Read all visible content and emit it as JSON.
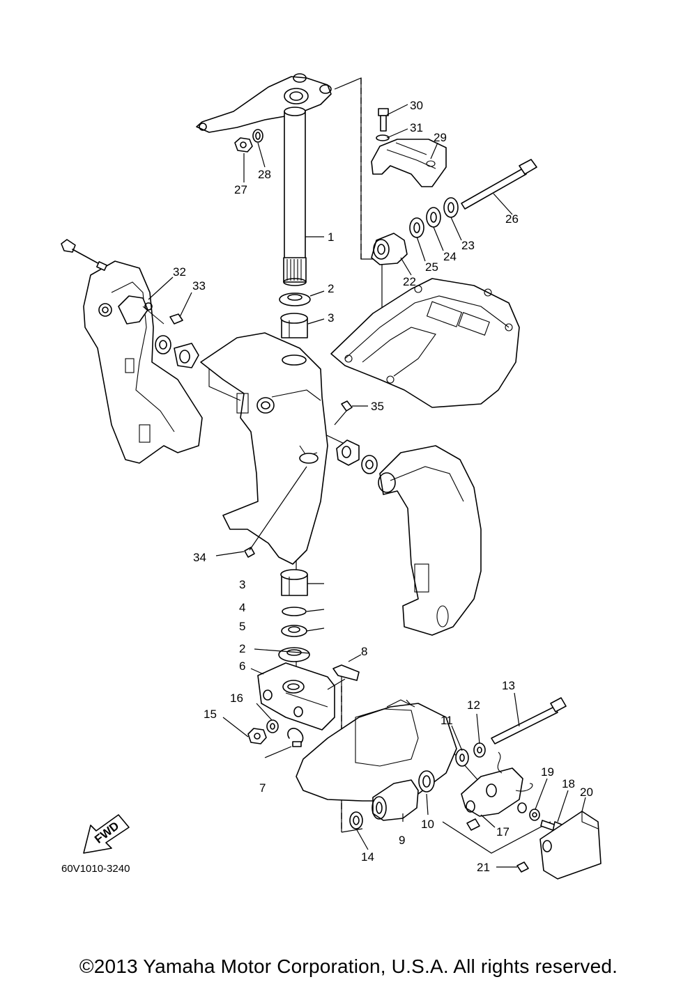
{
  "diagram": {
    "code": "60V1010-3240",
    "direction_label": "FWD",
    "copyright": "©2013 Yamaha Motor Corporation, U.S.A. All rights reserved."
  },
  "callouts": [
    {
      "id": "c1",
      "label": "1"
    },
    {
      "id": "c2a",
      "label": "2"
    },
    {
      "id": "c3a",
      "label": "3"
    },
    {
      "id": "c2b",
      "label": "2"
    },
    {
      "id": "c3b",
      "label": "3"
    },
    {
      "id": "c4",
      "label": "4"
    },
    {
      "id": "c5",
      "label": "5"
    },
    {
      "id": "c6",
      "label": "6"
    },
    {
      "id": "c7",
      "label": "7"
    },
    {
      "id": "c8",
      "label": "8"
    },
    {
      "id": "c9",
      "label": "9"
    },
    {
      "id": "c10",
      "label": "10"
    },
    {
      "id": "c11",
      "label": "11"
    },
    {
      "id": "c12",
      "label": "12"
    },
    {
      "id": "c13",
      "label": "13"
    },
    {
      "id": "c14",
      "label": "14"
    },
    {
      "id": "c15",
      "label": "15"
    },
    {
      "id": "c16",
      "label": "16"
    },
    {
      "id": "c17",
      "label": "17"
    },
    {
      "id": "c18",
      "label": "18"
    },
    {
      "id": "c19",
      "label": "19"
    },
    {
      "id": "c20",
      "label": "20"
    },
    {
      "id": "c21",
      "label": "21"
    },
    {
      "id": "c22",
      "label": "22"
    },
    {
      "id": "c23",
      "label": "23"
    },
    {
      "id": "c24",
      "label": "24"
    },
    {
      "id": "c25",
      "label": "25"
    },
    {
      "id": "c26",
      "label": "26"
    },
    {
      "id": "c27",
      "label": "27"
    },
    {
      "id": "c28",
      "label": "28"
    },
    {
      "id": "c29",
      "label": "29"
    },
    {
      "id": "c30",
      "label": "30"
    },
    {
      "id": "c31",
      "label": "31"
    },
    {
      "id": "c32",
      "label": "32"
    },
    {
      "id": "c33",
      "label": "33"
    },
    {
      "id": "c34",
      "label": "34"
    },
    {
      "id": "c35",
      "label": "35"
    }
  ]
}
